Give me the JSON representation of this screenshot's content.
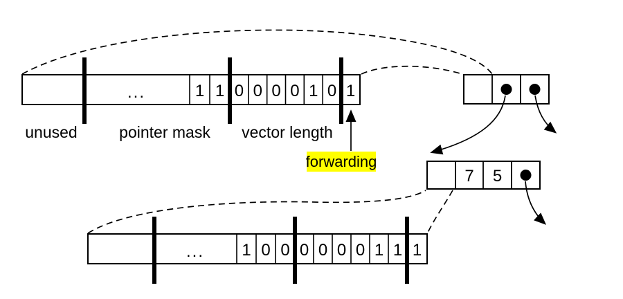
{
  "colors": {
    "ink": "#000000",
    "highlight": "#ffff00",
    "background": "#ffffff"
  },
  "top_structure": {
    "header_word": {
      "ellipsis": "...",
      "pointer_mask_bits": [
        "1",
        "1"
      ],
      "vector_length_bits": [
        "0",
        "0",
        "0",
        "0",
        "1",
        "0"
      ],
      "forwarding_bit": "1"
    },
    "field_labels": {
      "unused": "unused",
      "pointer_mask": "pointer mask",
      "vector_length": "vector length"
    },
    "forwarding_callout": "forwarding"
  },
  "bottom_structure": {
    "record_values": [
      "7",
      "5"
    ],
    "header_word": {
      "ellipsis": "...",
      "pointer_mask_bits": [
        "1",
        "0",
        "0"
      ],
      "vector_length_bits": [
        "0",
        "0",
        "0",
        "0",
        "1",
        "1"
      ],
      "forwarding_bit": "1"
    }
  }
}
